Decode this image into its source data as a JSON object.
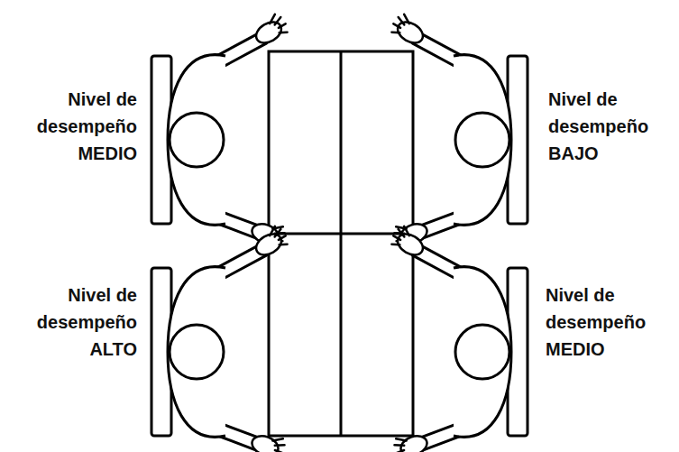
{
  "diagram": {
    "labels": [
      "Nivel de desempeño MEDIO",
      "Nivel de desempeño BAJO",
      "Nivel de desempeño ALTO",
      "Nivel de desempeño MEDIO"
    ]
  }
}
